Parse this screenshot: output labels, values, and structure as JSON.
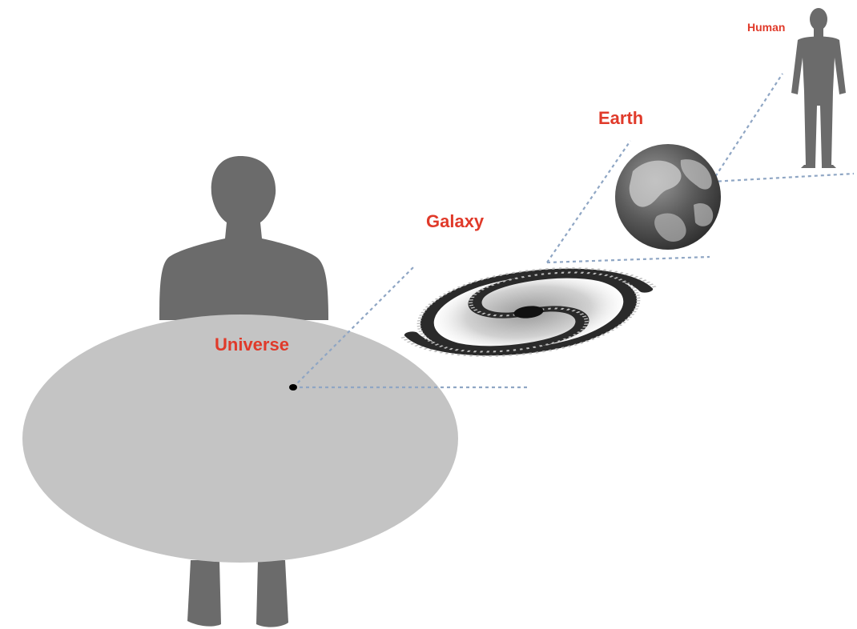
{
  "labels": {
    "universe": "Universe",
    "galaxy": "Galaxy",
    "earth": "Earth",
    "human": "Human"
  },
  "colors": {
    "label": "#e03a2a",
    "silhouette": "#6b6b6b",
    "universe_disc": "#c4c4c4",
    "leader_line": "#8fa6c4",
    "globe": "#555555",
    "galaxy_arm": "#2a2a2a"
  },
  "icons": [
    "large-person-silhouette-icon",
    "small-human-silhouette-icon",
    "spiral-galaxy-icon",
    "earth-globe-icon"
  ]
}
